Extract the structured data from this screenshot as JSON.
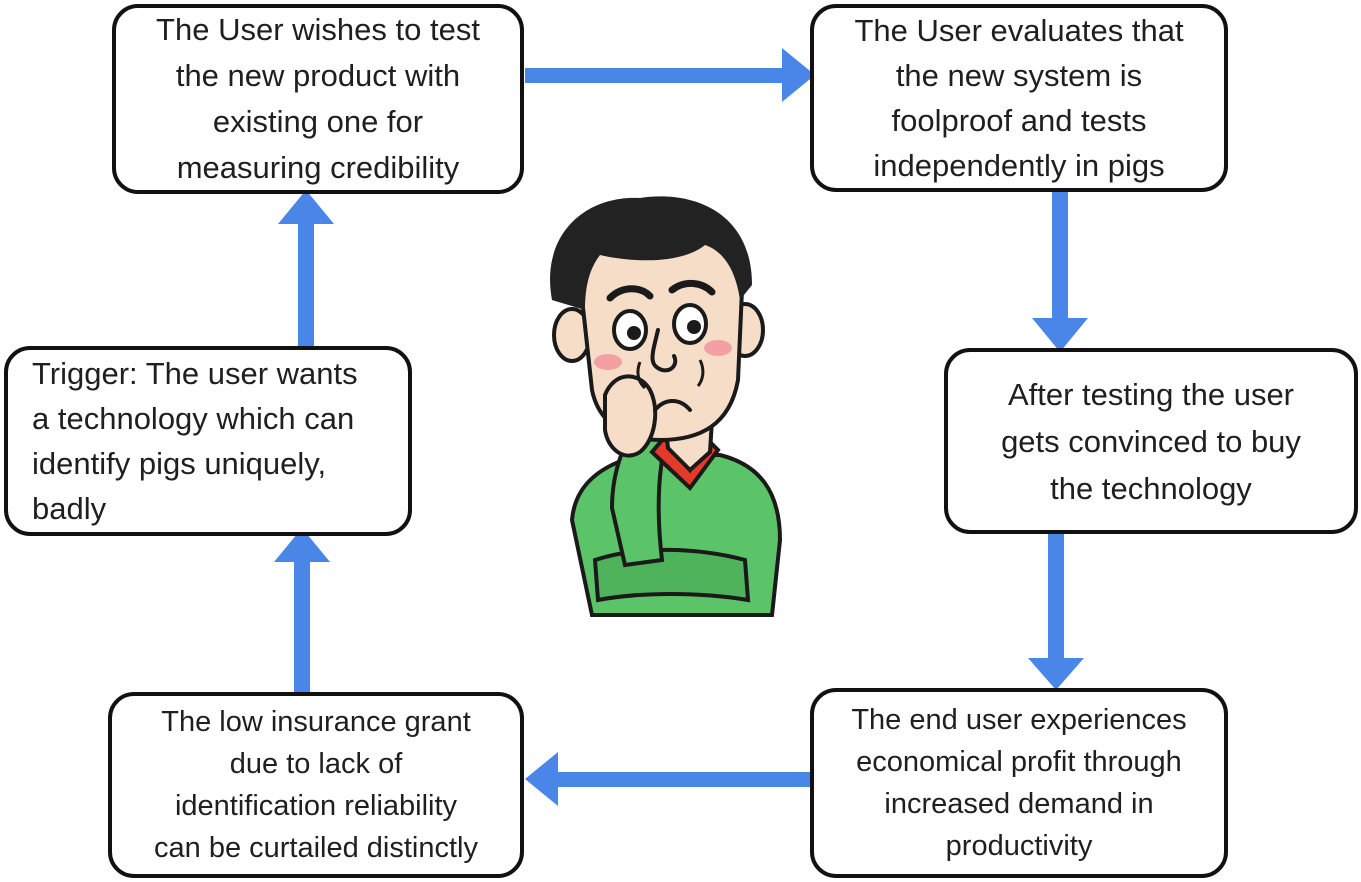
{
  "colors": {
    "arrow": "#4a86e8",
    "box_border": "#111111",
    "text": "#1f1f1f",
    "shirt": "#5cc468",
    "collar": "#e53a2a",
    "hair": "#222222",
    "skin": "#f6ddc8"
  },
  "boxes": {
    "test_with_existing": "The User wishes to test\nthe new product with\nexisting one for\nmeasuring credibility",
    "evaluates_foolproof": "The User evaluates that\nthe new system is\nfoolproof and tests\nindependently in pigs",
    "convinced_to_buy": "After testing the user\ngets convinced to buy\nthe technology",
    "economical_profit": "The end user experiences\neconomical profit through\nincreased demand in\nproductivity",
    "low_insurance": "The low insurance grant\ndue to lack of\nidentification reliability\ncan be curtailed distinctly",
    "trigger": "Trigger: The user wants\na technology which can\nidentify pigs uniquely,\nbadly"
  },
  "center_figure": {
    "icon": "confused-man-icon"
  }
}
